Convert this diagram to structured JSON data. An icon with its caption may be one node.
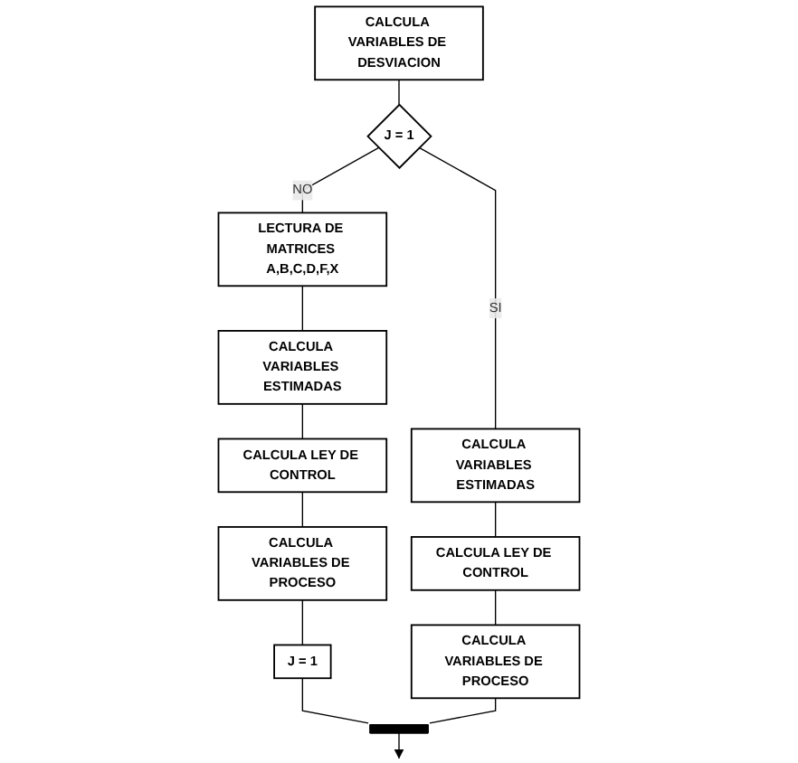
{
  "diagram": {
    "nodes": [
      {
        "text": [
          "CALCULA VARIABLES DE DESVIACION"
        ]
      },
      {
        "text": [
          "J = 1"
        ]
      },
      {
        "text": [
          "LECTURA DE MATRICES A,B,C,D,F,X"
        ]
      },
      {
        "text": [
          "CALCULA VARIABLES ESTIMADAS"
        ]
      },
      {
        "text": [
          "CALCULA VARIABLES ESTIMADAS"
        ]
      },
      {
        "text": [
          "CALCULA LEY DE CONTROL"
        ]
      },
      {
        "text": [
          "CALCULA LEY DE CONTROL"
        ]
      },
      {
        "text": [
          "CALCULA VARIABLES DE PROCESO"
        ]
      },
      {
        "text": [
          "CALCULA VARIABLES DE PROCESO"
        ]
      },
      {
        "text": [
          "J = 1"
        ]
      },
      {
        "text": [],
        "shape": "bar"
      }
    ],
    "edges": [
      {
        "from": 0,
        "to": 1,
        "arrow": "none"
      },
      {
        "from": 1,
        "to": 2,
        "arrow": "none",
        "label": "NO"
      },
      {
        "from": 1,
        "to": 3,
        "arrow": "none",
        "label": "SI"
      },
      {
        "from": 2,
        "to": 4,
        "arrow": "none"
      },
      {
        "from": 4,
        "to": 5,
        "arrow": "none"
      },
      {
        "from": 5,
        "to": 7,
        "arrow": "none"
      },
      {
        "from": 7,
        "to": 9,
        "arrow": "none"
      },
      {
        "from": 3,
        "to": 6,
        "arrow": "none"
      },
      {
        "from": 6,
        "to": 8,
        "arrow": "none"
      },
      {
        "from": 9,
        "to": 10,
        "arrow": "none"
      },
      {
        "from": 8,
        "to": 10,
        "arrow": "none"
      },
      {
        "from": 10,
        "to": null,
        "arrow": "to"
      }
    ]
  }
}
